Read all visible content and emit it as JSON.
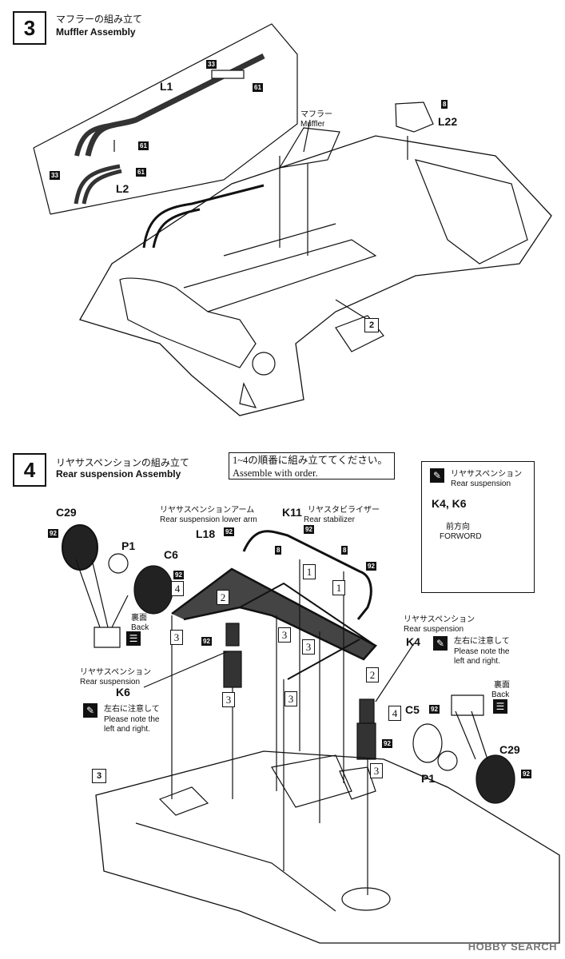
{
  "step3": {
    "number": "3",
    "title_jp": "マフラーの組み立て",
    "title_en": "Muffler Assembly",
    "parts": {
      "l1": "L1",
      "l2": "L2",
      "l22": "L22"
    },
    "muffler_jp": "マフラー",
    "muffler_en": "Muffler",
    "badges": {
      "b33a": "33",
      "b61a": "61",
      "b61b": "61",
      "b33b": "33",
      "b61c": "61",
      "b8": "8"
    },
    "ref_box": "2"
  },
  "step4": {
    "number": "4",
    "title_jp": "リヤサスペンションの組み立て",
    "title_en": "Rear suspension Assembly",
    "order_jp": "1~4の順番に組み立ててください。",
    "order_en": "Assemble with order.",
    "ref_panel": {
      "title_jp": "リヤサスペンション",
      "title_en": "Rear suspension",
      "parts": "K4, K6",
      "direction_jp": "前方向",
      "direction_en": "FORWORD"
    },
    "parts": {
      "c29_left": "C29",
      "p1_left": "P1",
      "c6": "C6",
      "l18": "L18",
      "k11": "K11",
      "k6": "K6",
      "k4": "K4",
      "c5": "C5",
      "c29_right": "C29",
      "p1_right": "P1"
    },
    "labels": {
      "lower_arm_jp": "リヤサスペンションアーム",
      "lower_arm_en": "Rear suspension lower arm",
      "stabilizer_jp": "リヤスタビライザー",
      "stabilizer_en": "Rear stabilizer",
      "back_jp_left": "裏面",
      "back_en_left": "Back",
      "rear_susp_left_jp": "リヤサスペンション",
      "rear_susp_left_en": "Rear suspension",
      "note_left_jp": "左右に注意して",
      "note_left_en1": "Please note the",
      "note_left_en2": "left and right.",
      "rear_susp_right_jp": "リヤサスペンション",
      "rear_susp_right_en": "Rear suspension",
      "note_right_jp": "左右に注意して",
      "note_right_en1": "Please note the",
      "note_right_en2": "left and right.",
      "back_jp_right": "裏面",
      "back_en_right": "Back"
    },
    "badges": {
      "n92_a": "92",
      "n92_b": "92",
      "n92_c": "92",
      "n92_d": "92",
      "n92_e": "92",
      "n92_f": "92",
      "n92_g": "92",
      "n92_h": "92",
      "n92_i": "92",
      "n8_a": "8",
      "n8_b": "8"
    },
    "step_marks": {
      "s1a": "1",
      "s1b": "1",
      "s2a": "2",
      "s2b": "2",
      "s3a": "3",
      "s3b": "3",
      "s3c": "3",
      "s3d": "3",
      "s3e": "3",
      "s3f": "3",
      "s4a": "4",
      "s4b": "4"
    },
    "ref_box": "3"
  },
  "watermark": "HOBBY SEARCH"
}
